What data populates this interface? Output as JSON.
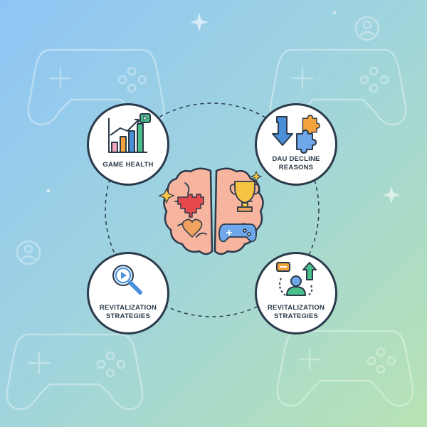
{
  "nodes": {
    "game_health": {
      "label": "GAME HEALTH",
      "icon": "bar-chart-trend-icon"
    },
    "dau_decline": {
      "label_line1": "DAU DECLINE",
      "label_line2": "REASONS",
      "icon": "down-arrow-puzzle-icon"
    },
    "revital_left": {
      "label_line1": "REVITALIZATION",
      "label_line2": "STRATEGIES",
      "icon": "magnifier-play-icon"
    },
    "revital_right": {
      "label_line1": "REVITALIZATION",
      "label_line2": "STRATEGIES",
      "icon": "user-chat-growth-icon"
    }
  },
  "center": {
    "icon": "brain-icon"
  },
  "colors": {
    "outline": "#2b3a4a",
    "brain": "#f7b5a0",
    "accent_orange": "#f4a23b",
    "accent_blue": "#4a90d9",
    "accent_green": "#4bbf8a"
  }
}
